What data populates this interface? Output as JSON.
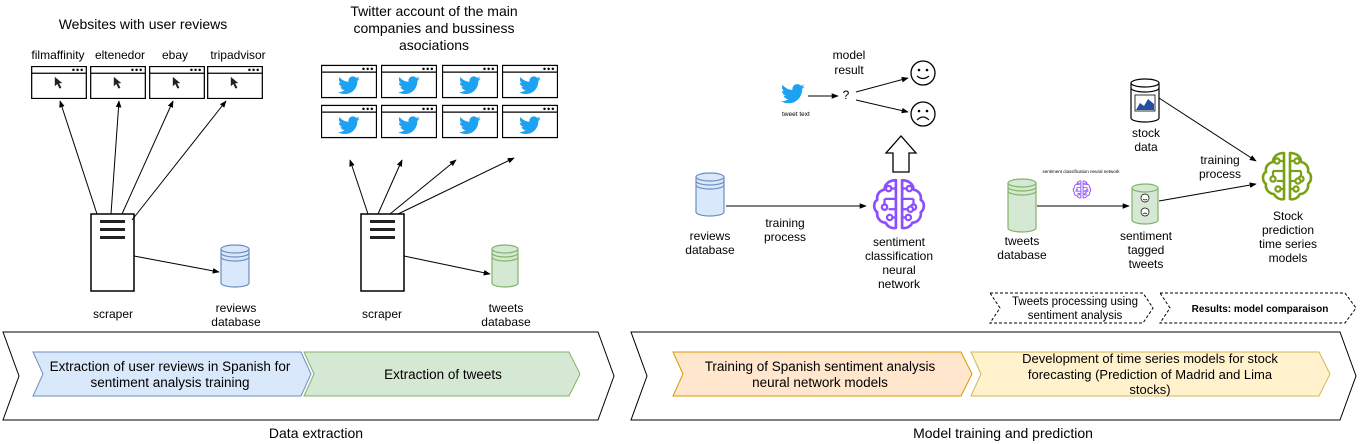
{
  "extraction": {
    "reviews_heading": "Websites with user reviews",
    "sites": [
      "filmaffinity",
      "eltenedor",
      "ebay",
      "tripadvisor"
    ],
    "twitter_heading_1": "Twitter account of the main",
    "twitter_heading_2": "companies and bussiness",
    "twitter_heading_3": "asociations",
    "scraper_label": "scraper",
    "scraper2_label": "scraper",
    "reviews_db_1": "reviews",
    "reviews_db_2": "database",
    "tweets_db_1": "tweets",
    "tweets_db_2": "database"
  },
  "training": {
    "tweet_text": "tweet text",
    "question_mark": "?",
    "model_result_1": "model",
    "model_result_2": "result",
    "reviews_db_1": "reviews",
    "reviews_db_2": "database",
    "training_process_1": "training",
    "training_process_2": "process",
    "nn_1": "sentiment",
    "nn_2": "classification",
    "nn_3": "neural",
    "nn_4": "network",
    "small_nn_label": "sentiment classification neural network",
    "stock_data_1": "stock",
    "stock_data_2": "data",
    "tweets_db_1": "tweets",
    "tweets_db_2": "database",
    "tagged_1": "sentiment",
    "tagged_2": "tagged",
    "tagged_3": "tweets",
    "training2_1": "training",
    "training2_2": "process",
    "stock_model_1": "Stock",
    "stock_model_2": "prediction",
    "stock_model_3": "time series",
    "stock_model_4": "models",
    "tag_processing_1": "Tweets processing using",
    "tag_processing_2": "sentiment analysis",
    "tag_results": "Results: model comparaison"
  },
  "phases": {
    "phase1_1": "Extraction of user reviews in Spanish for",
    "phase1_2": "sentiment analysis training",
    "phase2": "Extraction of tweets",
    "phase3_1": "Training of Spanish sentiment analysis",
    "phase3_2": "neural network models",
    "phase4_1": "Development of time series models for stock",
    "phase4_2": "forecasting (Prediction of Madrid and Lima",
    "phase4_3": "stocks)",
    "caption_left": "Data extraction",
    "caption_right": "Model training and prediction"
  },
  "colors": {
    "phase1_fill": "#dae8fc",
    "phase1_stroke": "#6c8ebf",
    "phase2_fill": "#d5e8d4",
    "phase2_stroke": "#82b366",
    "phase3_fill": "#ffe6cc",
    "phase3_stroke": "#d79b00",
    "phase4_fill": "#fff2cc",
    "phase4_stroke": "#d6b656",
    "twitter_blue": "#1da1f2",
    "nn_purple": "#8c4fff",
    "nn_green": "#7aa116"
  },
  "icons": [
    "browser-window-icon",
    "cursor-arrow-icon",
    "twitter-bird-icon",
    "server-icon",
    "database-icon",
    "smiley-face-icon",
    "sad-face-icon",
    "brain-chip-icon",
    "chart-icon"
  ]
}
